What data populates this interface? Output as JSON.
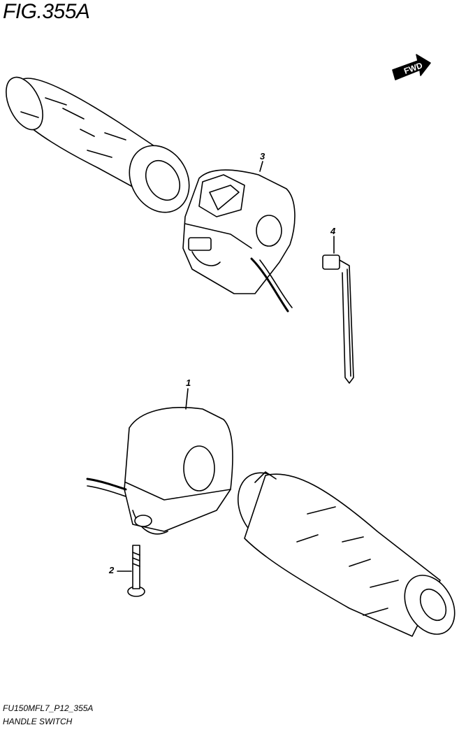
{
  "figure": {
    "title": "FIG.355A"
  },
  "direction_badge": {
    "label": "FWD"
  },
  "callouts": {
    "p1": "1",
    "p2": "2",
    "p3": "3",
    "p4": "4"
  },
  "footer": {
    "code": "FU150MFL7_P12_355A",
    "caption": "HANDLE SWITCH"
  }
}
